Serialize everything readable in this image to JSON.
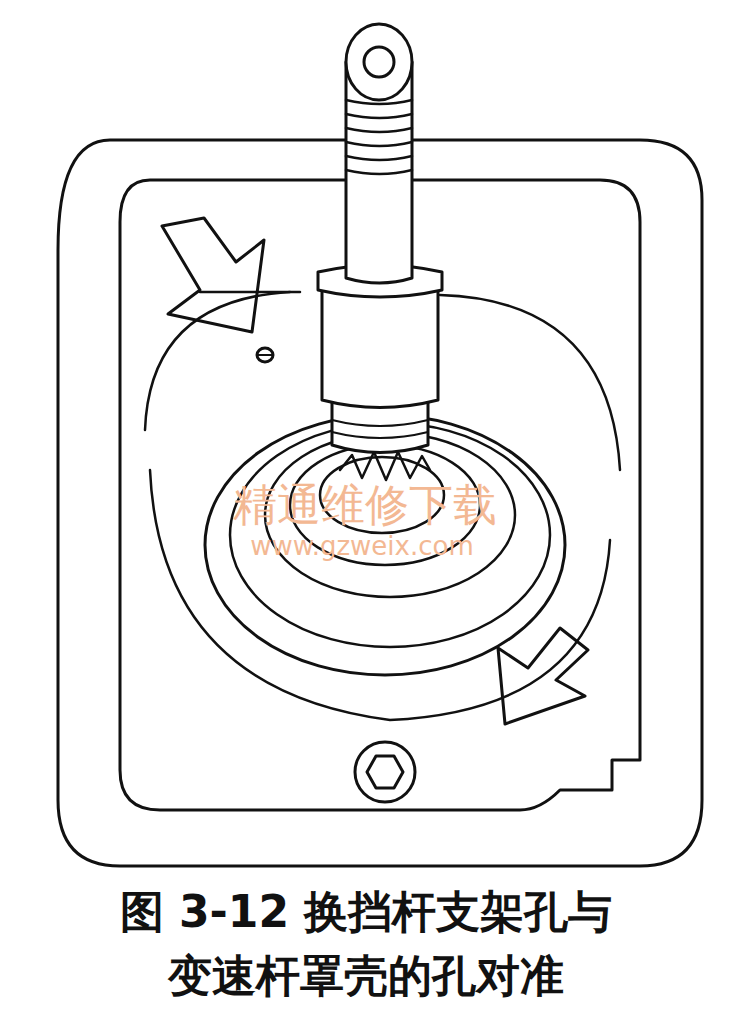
{
  "diagram": {
    "caption": "图 3-12 换挡杆支架孔与 变速杆罩壳的孔对准",
    "labels": [
      "精通维修下载",
      "www.gzweix.com"
    ]
  }
}
